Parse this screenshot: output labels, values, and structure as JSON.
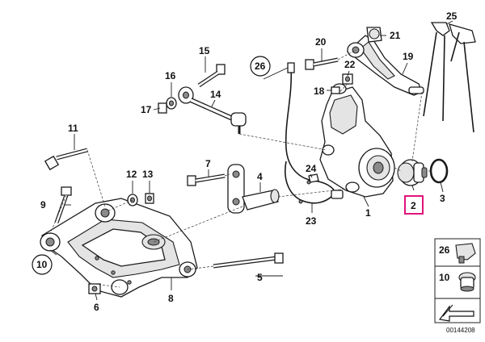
{
  "diagram": {
    "callouts": [
      {
        "id": "1",
        "text": "1",
        "part": "wheel carrier"
      },
      {
        "id": "2",
        "text": "2",
        "part": "ball joint",
        "highlighted": true
      },
      {
        "id": "3",
        "text": "3",
        "part": "circlip"
      },
      {
        "id": "4",
        "text": "4",
        "part": "rubber mount"
      },
      {
        "id": "5",
        "text": "5",
        "part": "hex bolt"
      },
      {
        "id": "6",
        "text": "6",
        "part": "hex nut"
      },
      {
        "id": "7",
        "text": "7",
        "part": "hex bolt"
      },
      {
        "id": "8",
        "text": "8",
        "part": "rear axle carrier"
      },
      {
        "id": "9",
        "text": "9",
        "part": "hex bolt"
      },
      {
        "id": "10",
        "text": "10",
        "part": "subframe mount",
        "circled": true
      },
      {
        "id": "11",
        "text": "11",
        "part": "hex bolt"
      },
      {
        "id": "12",
        "text": "12",
        "part": "washer"
      },
      {
        "id": "13",
        "text": "13",
        "part": "hex nut"
      },
      {
        "id": "14",
        "text": "14",
        "part": "toe link"
      },
      {
        "id": "15",
        "text": "15",
        "part": "hex bolt"
      },
      {
        "id": "16",
        "text": "16",
        "part": "washer"
      },
      {
        "id": "17",
        "text": "17",
        "part": "nut"
      },
      {
        "id": "18",
        "text": "18",
        "part": "screw"
      },
      {
        "id": "19",
        "text": "19",
        "part": "wishbone"
      },
      {
        "id": "20",
        "text": "20",
        "part": "hex bolt"
      },
      {
        "id": "21",
        "text": "21",
        "part": "bushing"
      },
      {
        "id": "22",
        "text": "22",
        "part": "nut"
      },
      {
        "id": "23",
        "text": "23",
        "part": "sensor lead"
      },
      {
        "id": "24",
        "text": "24",
        "part": "clip"
      },
      {
        "id": "25",
        "text": "25",
        "part": "bracket kit"
      },
      {
        "id": "26",
        "text": "26",
        "part": "pulse generator",
        "circled": true
      }
    ],
    "legend_items": [
      {
        "id": "26",
        "text": "26"
      },
      {
        "id": "10",
        "text": "10"
      }
    ],
    "diagram_code": "00144208",
    "accent_color": "#e0137a"
  }
}
